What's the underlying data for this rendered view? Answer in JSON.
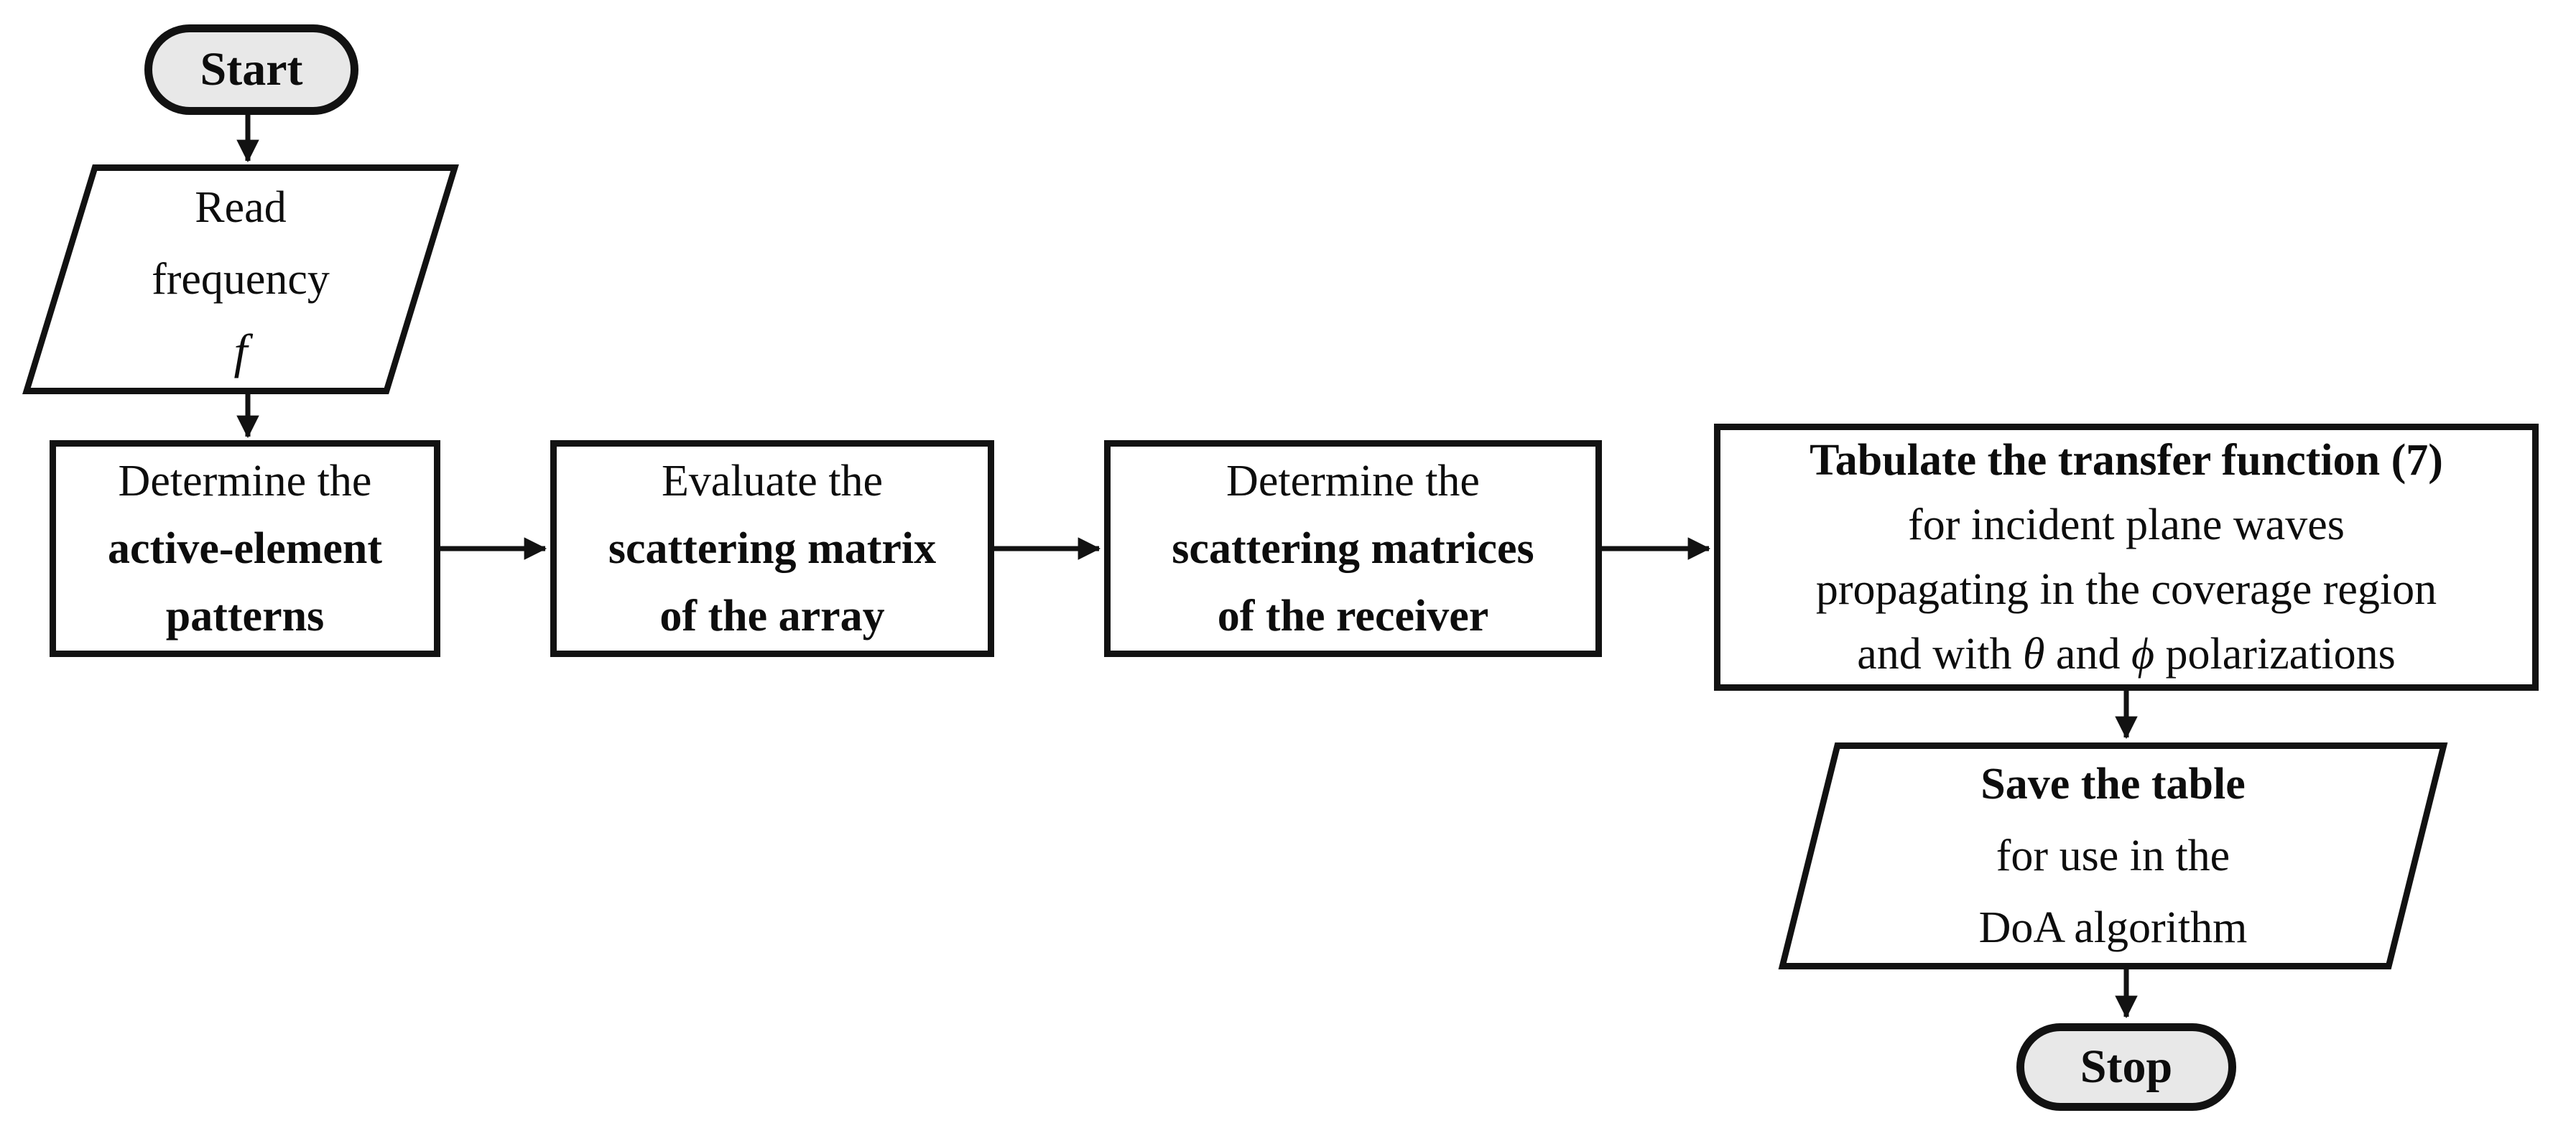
{
  "colors": {
    "background": "#ffffff",
    "stroke": "#121212",
    "terminator_fill": "#e8e8e8",
    "process_fill": "#ffffff"
  },
  "nodes": {
    "start": {
      "label": "Start"
    },
    "read_frequency": {
      "line1": "Read",
      "line2": "frequency",
      "line3": "f"
    },
    "active_element_patterns": {
      "line1": "Determine the",
      "line2": "active-element",
      "line3": "patterns"
    },
    "scattering_matrix_array": {
      "line1": "Evaluate the",
      "line2": "scattering matrix",
      "line3": "of the array"
    },
    "scattering_matrices_receiver": {
      "line1": "Determine the",
      "line2": "scattering matrices",
      "line3": "of the receiver"
    },
    "tabulate_transfer_function": {
      "line1": "Tabulate the transfer function (7)",
      "line2": "for incident plane waves",
      "line3": "propagating in the coverage region",
      "line4_part1": "and with ",
      "line4_theta": "θ",
      "line4_part2": " and ",
      "line4_phi": "ϕ",
      "line4_part3": " polarizations"
    },
    "save_table": {
      "line1": "Save the table",
      "line2": "for use in the",
      "line3": "DoA algorithm"
    },
    "stop": {
      "label": "Stop"
    }
  }
}
